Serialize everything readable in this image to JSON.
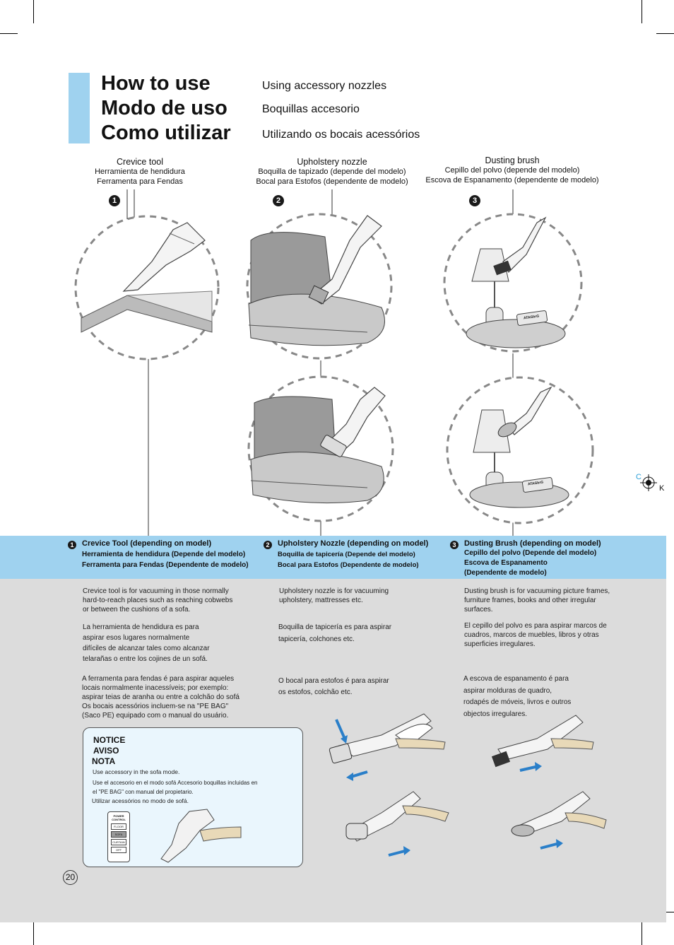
{
  "header": {
    "titles": [
      "How to use",
      "Modo de uso",
      "Como utilizar"
    ],
    "subtitles": [
      "Using accessory nozzles",
      "Boquillas accesorio",
      "Utilizando os bocais acessórios"
    ]
  },
  "accessories": [
    {
      "number": "1",
      "name": "Crevice tool",
      "es": "Herramienta de hendidura",
      "pt": "Ferramenta para Fendas"
    },
    {
      "number": "2",
      "name": "Upholstery nozzle",
      "es": "Boquilla de tapizado (depende del modelo)",
      "pt": "Bocal para Estofos (dependente de modelo)"
    },
    {
      "number": "3",
      "name": "Dusting brush",
      "es": "Cepillo del polvo (depende del modelo)",
      "pt": "Escova de Espanamento (dependente de modelo)"
    }
  ],
  "band": [
    {
      "number": "1",
      "lines": [
        "Crevice Tool (depending on model)",
        "Herramienta de hendidura (Depende del modelo)",
        "Ferramenta para Fendas (Dependente de modelo)"
      ]
    },
    {
      "number": "2",
      "lines": [
        "Upholstery Nozzle (depending on model)",
        "Boquilla de tapicería (Depende del modelo)",
        "Bocal para Estofos (Dependente de modelo)"
      ]
    },
    {
      "number": "3",
      "lines": [
        "Dusting Brush (depending on model)",
        "Cepillo del polvo (Depende del modelo)",
        "Escova de Espanamento",
        "(Dependente de modelo)"
      ]
    }
  ],
  "descriptions": {
    "crevice": {
      "en": [
        "Crevice tool is for vacuuming in those normally",
        "hard-to-reach places such as reaching cobwebs",
        "or between the cushions of a sofa."
      ],
      "es": [
        "La herramienta de hendidura es para",
        "aspirar esos lugares normalmente",
        "difíciles de alcanzar tales como alcanzar",
        "telarañas o entre los cojines de un sofá."
      ],
      "pt": [
        "A ferramenta para fendas é para aspirar aqueles",
        "locais normalmente inacessíveis; por exemplo:",
        "aspirar teias de aranha ou entre a colchão do sofá",
        "Os bocais acessórios incluem-se na \"PE BAG\"",
        "(Saco PE) equipado com o manual do usuário."
      ]
    },
    "upholstery": {
      "en": [
        "Upholstery nozzle is for vacuuming",
        "upholstery, mattresses etc."
      ],
      "es": [
        "Boquilla de tapicería es para aspirar",
        "tapicería, colchones  etc."
      ],
      "pt": [
        "O bocal para estofos é para aspirar",
        "os estofos, colchão etc."
      ]
    },
    "dusting": {
      "en": [
        "Dusting brush is for vacuuming picture frames,",
        "furniture frames, books and other irregular",
        "surfaces."
      ],
      "es": [
        "El cepillo del polvo es para aspirar marcos de",
        "cuadros, marcos de muebles, libros y otras",
        "superficies irregulares."
      ],
      "pt": [
        "A escova de espanamento é para",
        "aspirar molduras de quadro,",
        "rodapés de móveis, livros e outros",
        "objectos irregulares."
      ]
    }
  },
  "notice": {
    "headings": [
      "NOTICE",
      "AVISO",
      "NOTA"
    ],
    "lines": [
      "Use accessory in the sofa mode.",
      "Use el accesorio en el modo sofá Accesorio boquillas incluidas en",
      "el \"PE BAG\" con manual del propietario.",
      "Utilizar acessórios no modo de sofá."
    ],
    "panel_labels": [
      "POWER CONTROL",
      "FLOOR",
      "SOFA",
      "CURTAIN",
      "OFF"
    ]
  },
  "illustration_labels": {
    "brand_text": "ATAGbrG"
  },
  "registration": {
    "c": "C",
    "k": "K"
  },
  "page_number": "20",
  "colors": {
    "accent_blue": "#9fd2ef",
    "panel_gray": "#dcdcdc",
    "arrow_blue": "#2a7fc9"
  }
}
